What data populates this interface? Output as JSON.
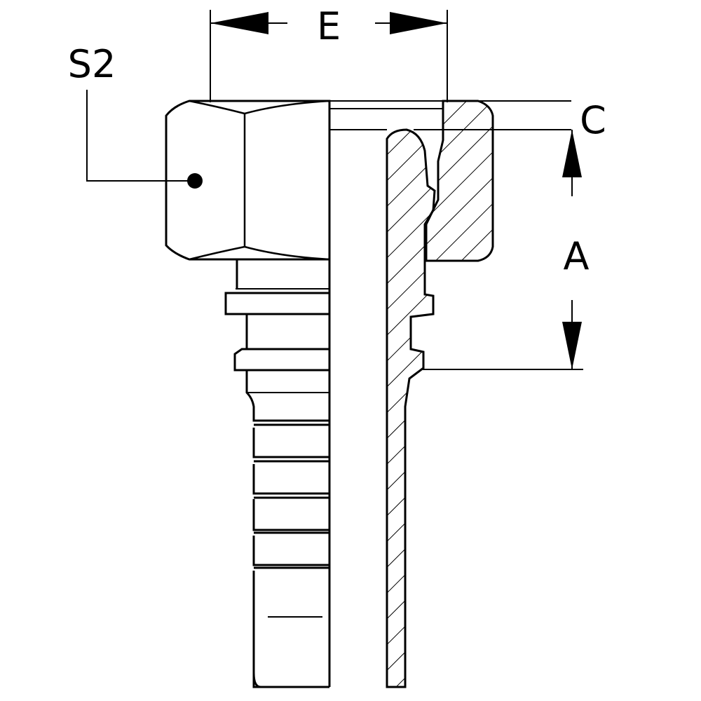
{
  "labels": {
    "e": "E",
    "s2": "S2",
    "c": "C",
    "a": "A"
  },
  "colors": {
    "line": "#000000",
    "background": "#ffffff"
  }
}
